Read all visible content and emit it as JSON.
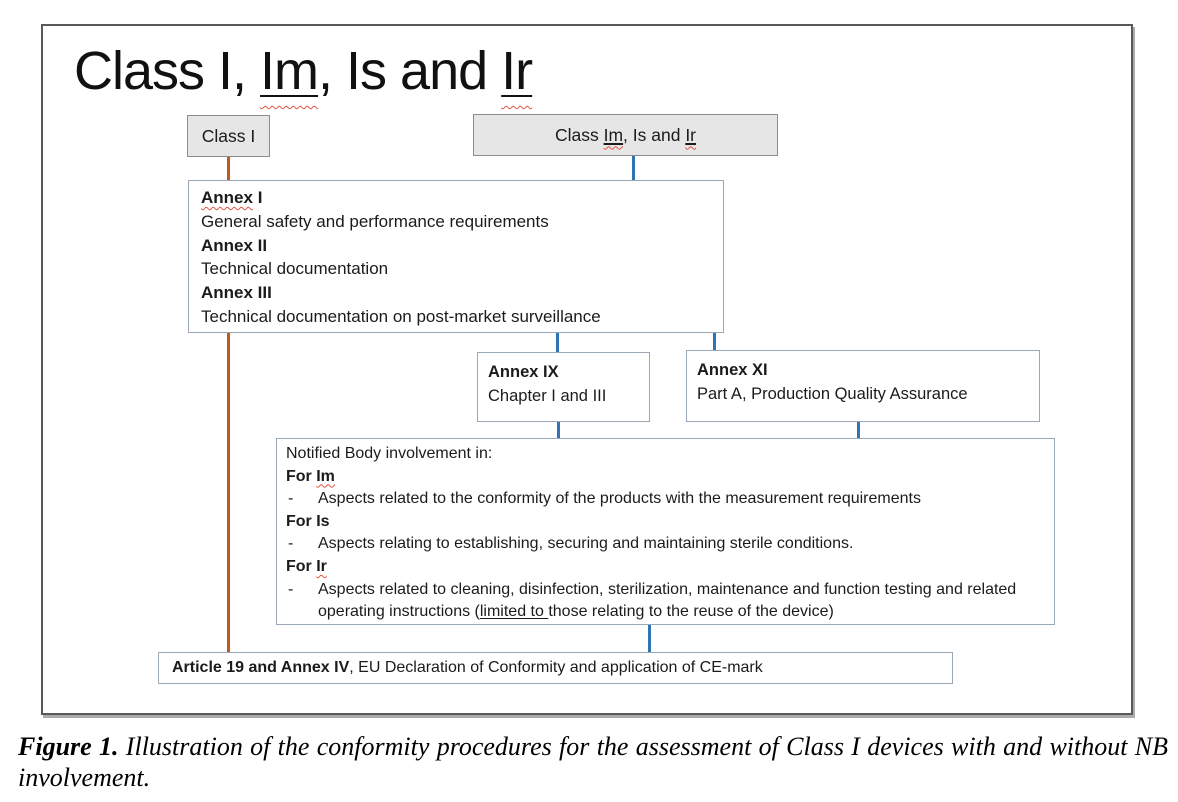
{
  "colors": {
    "orange_connector": "#C0571F",
    "blue_connector": "#2E75B6",
    "header_box_fill": "#E7E6E6",
    "header_box_border": "#8C8C8C",
    "content_box_border": "#9DA8B6",
    "frame_border": "#595959",
    "spellcheck_red": "#E4533F"
  },
  "title": {
    "part1": "Class I, ",
    "im": "Im",
    "part2": ", Is and ",
    "ir": "Ir"
  },
  "header_boxes": {
    "class_i": "Class I",
    "class_im": {
      "part1": "Class ",
      "im": "Im",
      "part2": ", Is and ",
      "ir": "Ir"
    }
  },
  "annex_box": {
    "annex1_word": "Annex",
    "annex1_num": " I",
    "annex1_desc": "General safety and performance requirements",
    "annex2": "Annex II",
    "annex2_desc": "Technical documentation",
    "annex3": "Annex III",
    "annex3_desc": "Technical documentation on post-market surveillance"
  },
  "annex_ix_box": {
    "title": "Annex IX",
    "desc": "Chapter I and III"
  },
  "annex_xi_box": {
    "title": "Annex XI",
    "desc": "Part A, Production Quality Assurance"
  },
  "notified_body_box": {
    "intro": "Notified Body involvement in:",
    "for_im_prefix": "For ",
    "for_im_class": "Im",
    "im_bullet": "Aspects related to the conformity of the products with the measurement requirements",
    "for_is": "For Is",
    "is_bullet": "Aspects relating to establishing, securing and maintaining sterile conditions.",
    "for_ir_prefix": "For ",
    "for_ir_class": "Ir",
    "ir_bullet_part1": "Aspects related to cleaning, disinfection, sterilization, maintenance and function testing and related operating instructions (",
    "ir_bullet_underlined": "limited to ",
    "ir_bullet_part2": "those relating to the reuse of the device)",
    "bullet_glyph": "-"
  },
  "article_box": {
    "bold": "Article 19 and Annex IV",
    "rest": ", EU Declaration of Conformity and application of CE-mark"
  },
  "caption": {
    "label": "Figure 1.",
    "text": " Illustration of the conformity procedures for the assessment of Class I devices with and without NB involvement."
  }
}
